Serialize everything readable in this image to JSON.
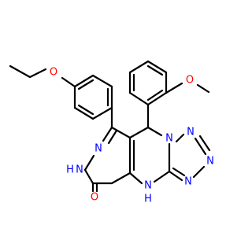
{
  "colors": {
    "bond": "#000000",
    "nitrogen": "#0000ff",
    "oxygen": "#ff0000",
    "background": "#ffffff"
  },
  "atoms": {
    "o_ethoxy": "O",
    "o_methoxy": "O",
    "o_carbonyl": "O",
    "n_pyridazine_top": "N",
    "nh_pyridazine": "N",
    "h_pyridazine": "H",
    "n_tetrazole_bridge": "N",
    "n_tetrazole_1": "N",
    "n_tetrazole_2": "N",
    "n_tetrazole_3": "N",
    "n_amine": "N",
    "h_amine": "H"
  }
}
